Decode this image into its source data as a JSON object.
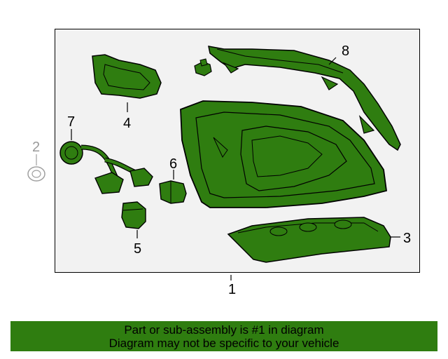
{
  "callouts": {
    "c1": "1",
    "c2": "2",
    "c3": "3",
    "c4": "4",
    "c5": "5",
    "c6": "6",
    "c7": "7",
    "c8": "8"
  },
  "banner": {
    "line1": "Part or sub-assembly is #1 in diagram",
    "line2": "Diagram may not be specific to your vehicle"
  },
  "colors": {
    "part_fill": "#2f7d10",
    "frame_bg": "#f2f2f2",
    "banner_bg": "#2f7d10",
    "muted_part": "#a0a0a0"
  }
}
